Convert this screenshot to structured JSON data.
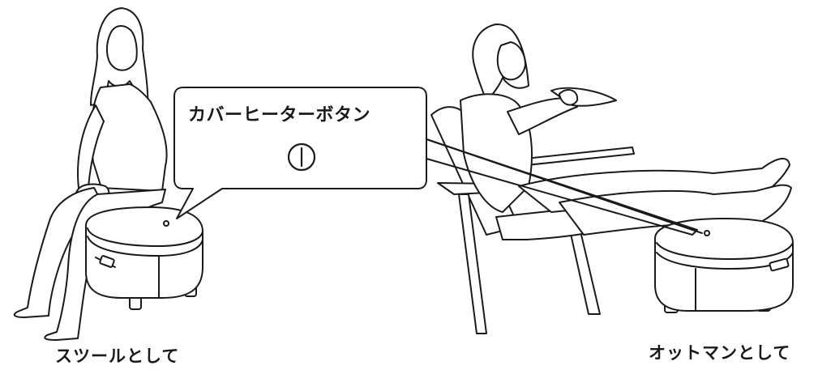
{
  "callout": {
    "label": "カバーヒーターボタン",
    "icon": "power-button-icon"
  },
  "captions": {
    "stool": "スツールとして",
    "ottoman": "オットマンとして"
  },
  "colors": {
    "line": "#1a1a1a",
    "fill": "#ffffff"
  }
}
